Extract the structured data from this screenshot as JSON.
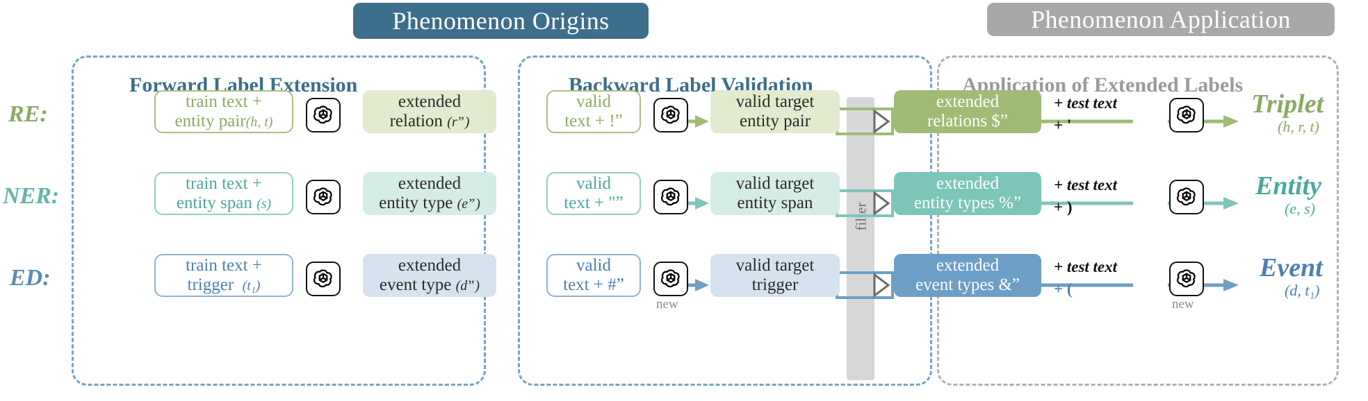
{
  "banners": {
    "origins": "Phenomenon Origins",
    "application": "Phenomenon Application"
  },
  "panels": {
    "forward": "Forward Label Extension",
    "backward": "Backward Label Validation",
    "application": "Application of Extended Labels"
  },
  "filter": {
    "label": "filter"
  },
  "new_label": "new",
  "colors": {
    "banner_origins": "#3d6e8c",
    "banner_application": "#a8a8a8",
    "panel_blue": "#72a5c4",
    "panel_grey": "#b0b0b0",
    "re": "#8aab63",
    "ner": "#4aa99c",
    "ed": "#4d7fae"
  },
  "rows": [
    {
      "id": "re",
      "label": "RE:",
      "input": {
        "line1": "train text +",
        "line2": "entity pair",
        "arg": "(h, t)"
      },
      "extended": {
        "line1": "extended",
        "line2": "relation",
        "arg": "(rˮ)"
      },
      "valid_text": {
        "line1": "valid",
        "line2": "text +",
        "arg": "!ˮ"
      },
      "valid_target": {
        "line1": "valid target",
        "line2": "entity pair"
      },
      "extended_final": {
        "line1": "extended",
        "line2": "relations",
        "arg": "$ˮ"
      },
      "test": {
        "line1": "+ test text",
        "line2": "+ '"
      },
      "output": {
        "word": "Triplet",
        "sub": "(h, r, t)"
      }
    },
    {
      "id": "ner",
      "label": "NER:",
      "input": {
        "line1": "train text +",
        "line2": "entity span",
        "arg": "(s)"
      },
      "extended": {
        "line1": "extended",
        "line2": "entity type",
        "arg": "(eˮ)"
      },
      "valid_text": {
        "line1": "valid",
        "line2": "text +",
        "arg": "\"ˮ"
      },
      "valid_target": {
        "line1": "valid target",
        "line2": "entity span"
      },
      "extended_final": {
        "line1": "extended",
        "line2": "entity types",
        "arg": "%ˮ"
      },
      "test": {
        "line1": "+ test text",
        "line2": "+ )"
      },
      "output": {
        "word": "Entity",
        "sub": "(e, s)"
      }
    },
    {
      "id": "ed",
      "label": "ED:",
      "input": {
        "line1": "train text +",
        "line2": "trigger",
        "arg": "(t₁)"
      },
      "extended": {
        "line1": "extended",
        "line2": "event type",
        "arg": "(dˮ)"
      },
      "valid_text": {
        "line1": "valid",
        "line2": "text +",
        "arg": "#ˮ"
      },
      "valid_target": {
        "line1": "valid target",
        "line2": "trigger"
      },
      "extended_final": {
        "line1": "extended",
        "line2": "event types",
        "arg": "&ˮ"
      },
      "test": {
        "line1": "+ test text",
        "line2": "+ ("
      },
      "output": {
        "word": "Event",
        "sub": "(d, t₁)"
      }
    }
  ],
  "icons": {
    "llm": "openai-logo-icon"
  }
}
